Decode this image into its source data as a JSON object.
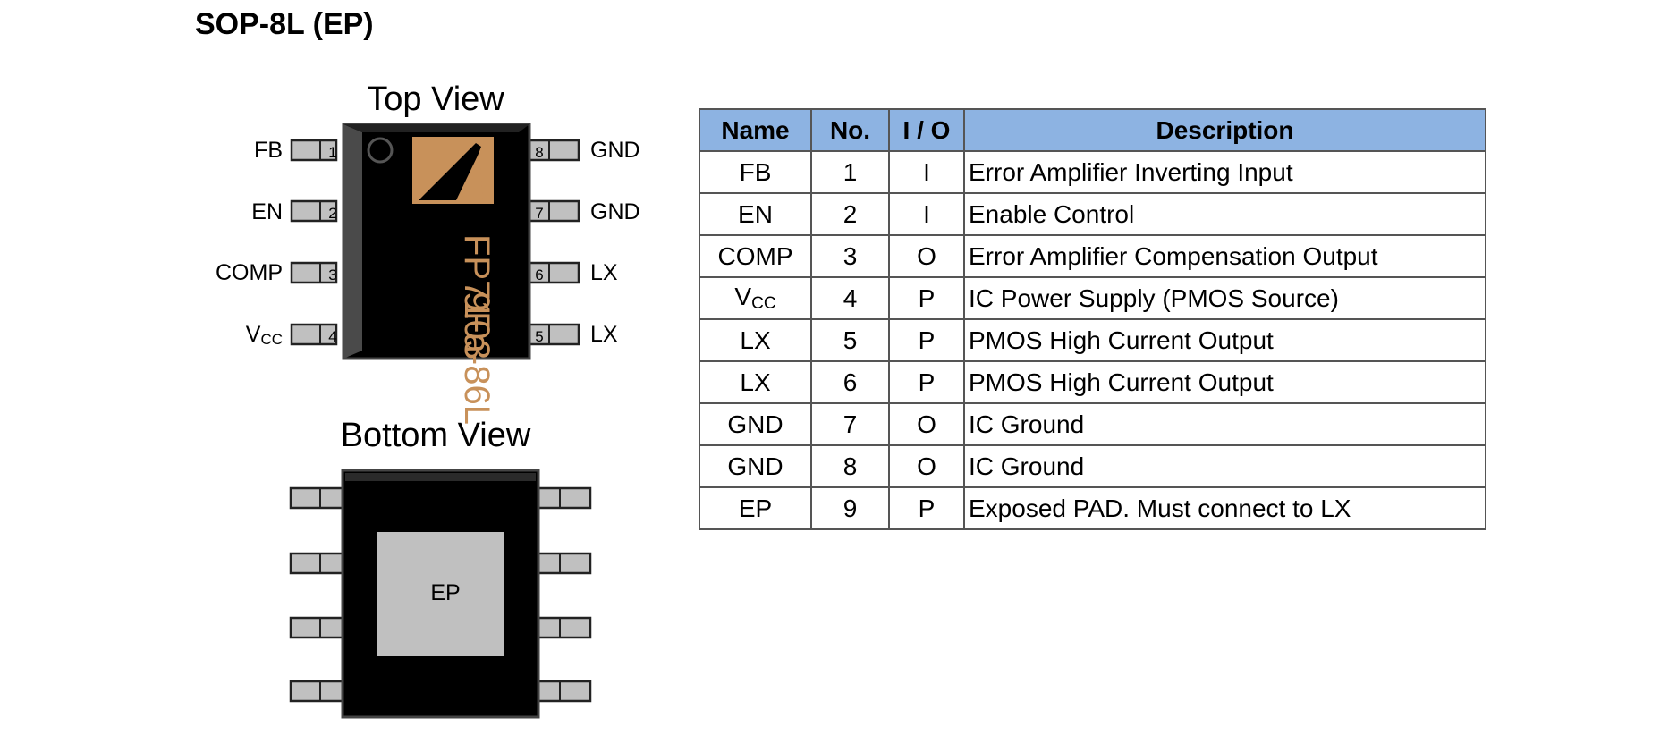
{
  "package_title": "SOP-8L (EP)",
  "top_view": {
    "title": "Top View",
    "marking_line1": "FP7103",
    "marking_line2": "9Fa-86L",
    "left_pins": [
      {
        "label": "FB",
        "number": "1"
      },
      {
        "label": "EN",
        "number": "2"
      },
      {
        "label": "COMP",
        "number": "3"
      },
      {
        "label_main": "V",
        "label_sub": "CC",
        "number": "4"
      }
    ],
    "right_pins": [
      {
        "label": "GND",
        "number": "8"
      },
      {
        "label": "GND",
        "number": "7"
      },
      {
        "label": "LX",
        "number": "6"
      },
      {
        "label": "LX",
        "number": "5"
      }
    ]
  },
  "bottom_view": {
    "title": "Bottom View",
    "pad_label": "EP"
  },
  "colors": {
    "chip_body": "#000000",
    "chip_edge": "#333333",
    "pin_fill": "#c0c0c0",
    "logo_orange": "#c8915a",
    "header_blue": "#8db3e2",
    "exposed_pad": "#c0c0c0"
  },
  "table": {
    "headers": [
      "Name",
      "No.",
      "I / O",
      "Description"
    ],
    "rows": [
      {
        "name": "FB",
        "no": "1",
        "io": "I",
        "desc": "Error Amplifier Inverting Input"
      },
      {
        "name": "EN",
        "no": "2",
        "io": "I",
        "desc": "Enable Control"
      },
      {
        "name": "COMP",
        "no": "3",
        "io": "O",
        "desc": "Error Amplifier Compensation Output"
      },
      {
        "name_main": "V",
        "name_sub": "CC",
        "no": "4",
        "io": "P",
        "desc": "IC Power Supply (PMOS Source)"
      },
      {
        "name": "LX",
        "no": "5",
        "io": "P",
        "desc": "PMOS High Current Output"
      },
      {
        "name": "LX",
        "no": "6",
        "io": "P",
        "desc": "PMOS High Current Output"
      },
      {
        "name": "GND",
        "no": "7",
        "io": "O",
        "desc": "IC Ground"
      },
      {
        "name": "GND",
        "no": "8",
        "io": "O",
        "desc": "IC Ground"
      },
      {
        "name": "EP",
        "no": "9",
        "io": "P",
        "desc": "Exposed PAD. Must connect to LX"
      }
    ]
  }
}
